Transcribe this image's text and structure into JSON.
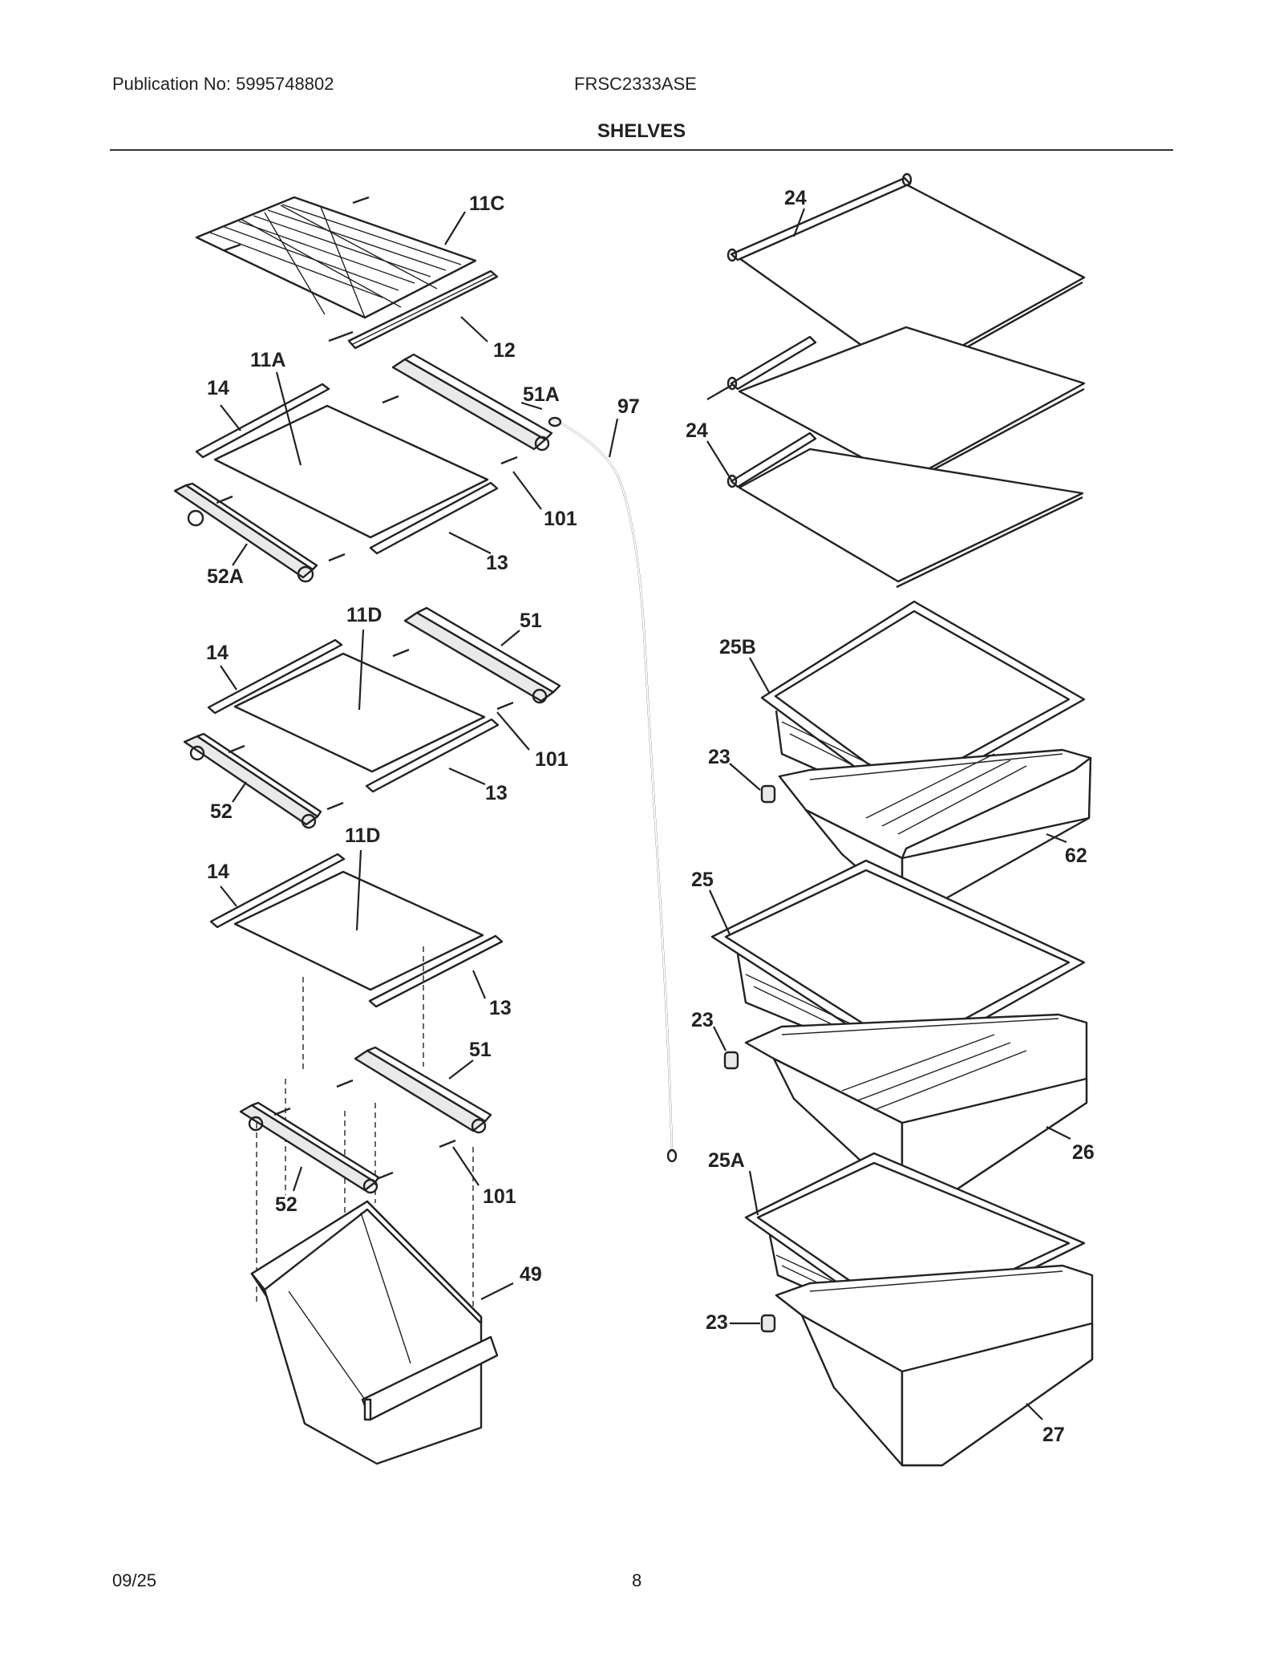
{
  "header": {
    "publication": "Publication No: 5995748802",
    "model": "FRSC2333ASE",
    "section_title": "SHELVES"
  },
  "footer": {
    "date": "09/25",
    "page": "8"
  },
  "callouts": {
    "p11C": "11C",
    "p12": "12",
    "p11A": "11A",
    "p14a": "14",
    "p51A": "51A",
    "p97": "97",
    "p101a": "101",
    "p13a": "13",
    "p52A": "52A",
    "p11Da": "11D",
    "p51a": "51",
    "p14b": "14",
    "p101b": "101",
    "p52a": "52",
    "p13b": "13",
    "p11Db": "11D",
    "p14c": "14",
    "p13c": "13",
    "p51b": "51",
    "p101c": "101",
    "p52b": "52",
    "p49": "49",
    "p24a": "24",
    "p24b": "24",
    "p25B": "25B",
    "p23a": "23",
    "p62": "62",
    "p25": "25",
    "p23b": "23",
    "p26": "26",
    "p25A": "25A",
    "p23c": "23",
    "p27": "27"
  }
}
